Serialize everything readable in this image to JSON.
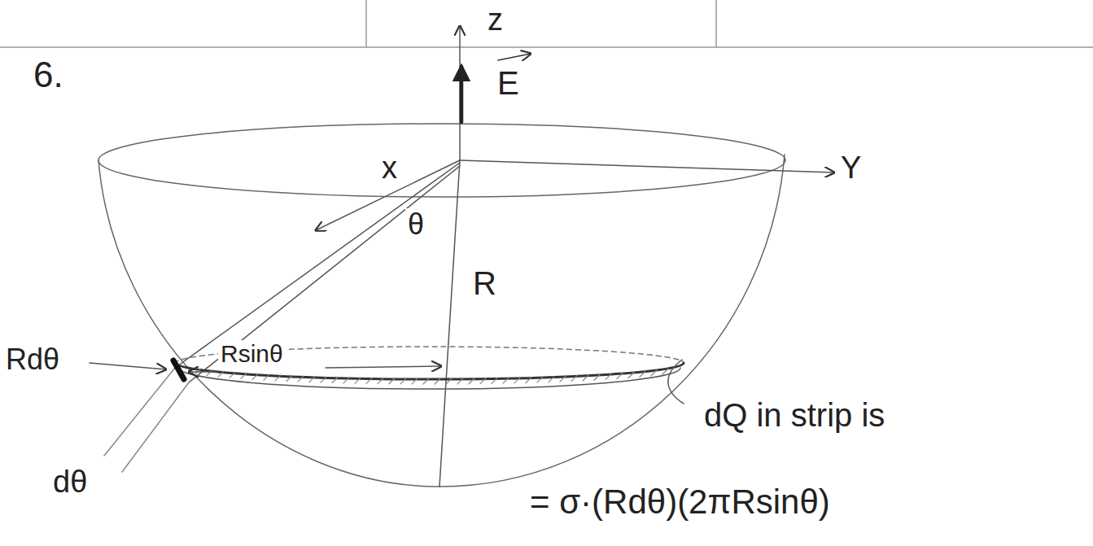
{
  "diagram": {
    "labels": [
      "6.",
      "z",
      "E",
      "x",
      "Y",
      "θ",
      "R",
      "Rdθ",
      "Rsinθ",
      "dθ",
      "dQ in strip is",
      "= σ·(Rdθ)(2πRsinθ)"
    ]
  }
}
